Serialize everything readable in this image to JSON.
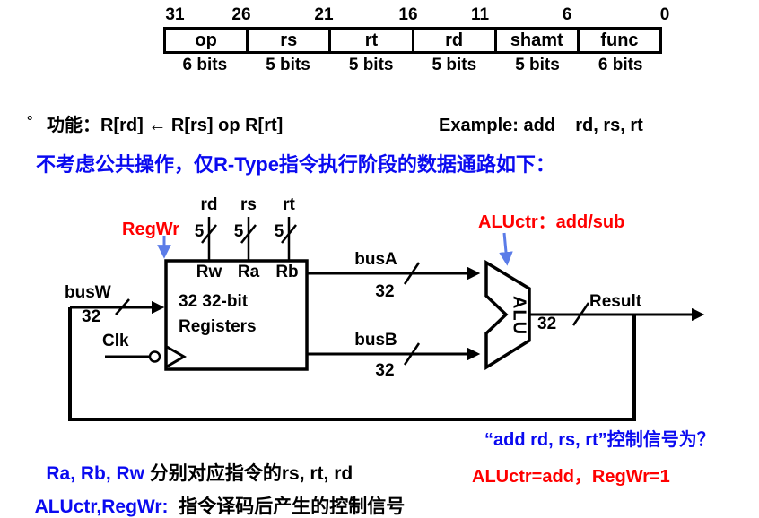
{
  "format_table": {
    "bits": [
      "31",
      "26",
      "21",
      "16",
      "11",
      "6",
      "0"
    ],
    "fields": [
      "op",
      "rs",
      "rt",
      "rd",
      "shamt",
      "func"
    ],
    "widths": [
      "6 bits",
      "5 bits",
      "5 bits",
      "5 bits",
      "5 bits",
      "6 bits"
    ]
  },
  "function_line": {
    "bullet": "°",
    "text": "功能：R[rd] ← R[rs] op R[rt]",
    "example": "Example: add    rd, rs, rt"
  },
  "heading": "不考虑公共操作，仅R-Type指令执行阶段的数据通路如下：",
  "datapath": {
    "inputs": [
      "rd",
      "rs",
      "rt"
    ],
    "input_width": "5",
    "regwr": "RegWr",
    "ports": [
      "Rw",
      "Ra",
      "Rb"
    ],
    "reg_line1": "32 32-bit",
    "reg_line2": "Registers",
    "busw": "busW",
    "busw_bits": "32",
    "clk": "Clk",
    "busa": "busA",
    "busa_bits": "32",
    "busb": "busB",
    "busb_bits": "32",
    "alu": "ALU",
    "aluctr": "ALUctr：add/sub",
    "result": "Result",
    "result_bits": "32"
  },
  "notes": {
    "line1_blue": "Ra, Rb, Rw",
    "line1_black": " 分别对应指令的rs, rt, rd",
    "line2_blue": "ALUctr,RegWr:",
    "line2_black": "  指令译码后产生的控制信号",
    "right1": "“add rd, rs, rt”控制信号为？",
    "right2": "ALUctr=add，RegWr=1"
  },
  "colors": {
    "text_red": "#ff0000",
    "text_blue": "#0a0af0",
    "arrow_blue": "#5b7ce8",
    "wire_black": "#000000"
  }
}
